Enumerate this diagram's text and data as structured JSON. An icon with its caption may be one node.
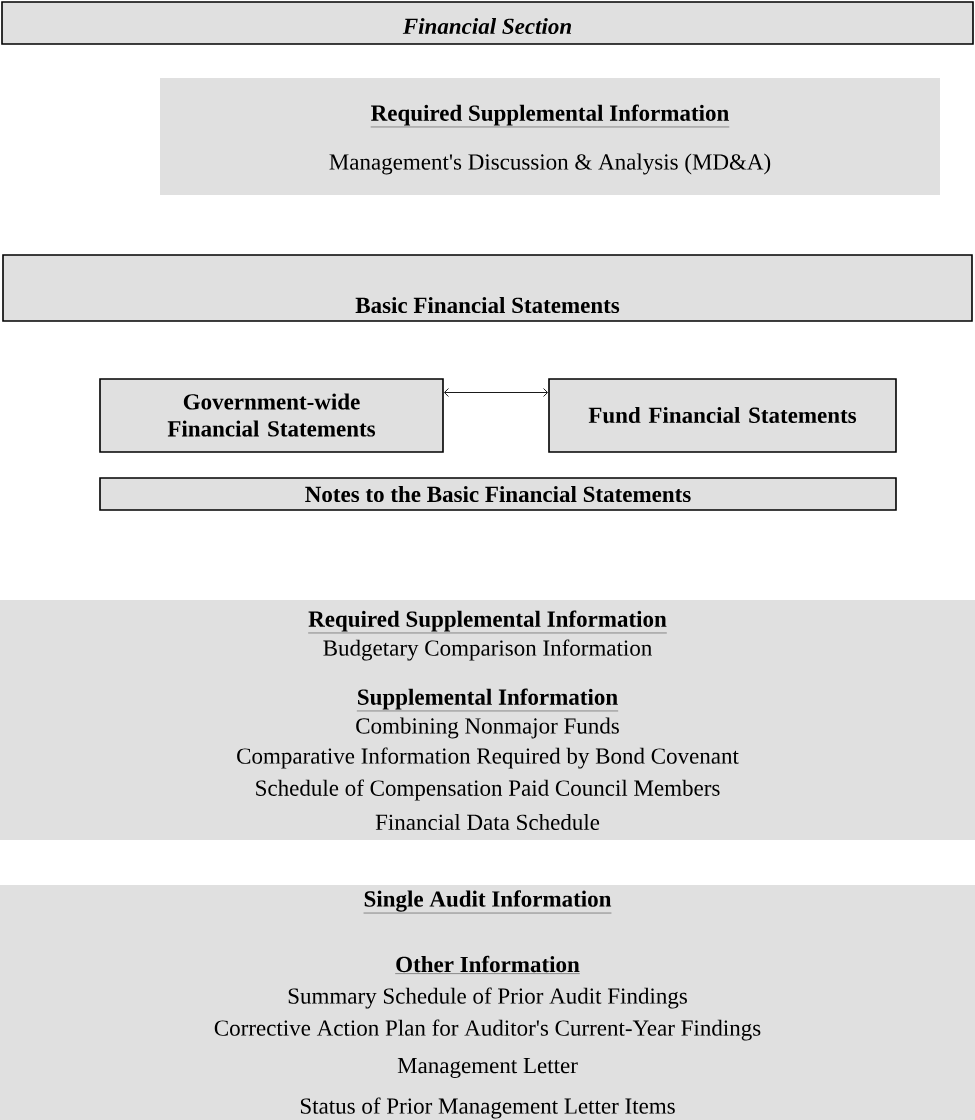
{
  "diagram": {
    "nodes": [
      {
        "text": [
          "Financial Section"
        ]
      },
      {
        "text": [
          "Required Supplemental Information",
          "Management's Discussion & Analysis (MD&A)"
        ]
      },
      {
        "text": [
          "Basic Financial Statements"
        ]
      },
      {
        "text": [
          "Government-wide Financial Statements"
        ]
      },
      {
        "text": [
          "Fund Financial Statements"
        ]
      },
      {
        "text": [
          "Notes to the Basic Financial Statements"
        ]
      },
      {
        "text": [
          "Required Supplemental Information",
          "Budgetary Comparison Information",
          "Supplemental Information",
          "Combining Nonmajor Funds",
          "Comparative Information Required by Bond Covenant",
          "Schedule of Compensation Paid Council Members",
          "Financial Data Schedule"
        ]
      },
      {
        "text": [
          "Single Audit Information",
          "Other Information",
          "Summary Schedule of Prior Audit Findings",
          "Corrective Action Plan for Auditor's Current-Year Findings",
          "Management Letter",
          "Status of Prior Management Letter Items"
        ]
      }
    ],
    "edges": [
      {
        "from": 3,
        "to": 4,
        "arrow": "both"
      }
    ]
  }
}
